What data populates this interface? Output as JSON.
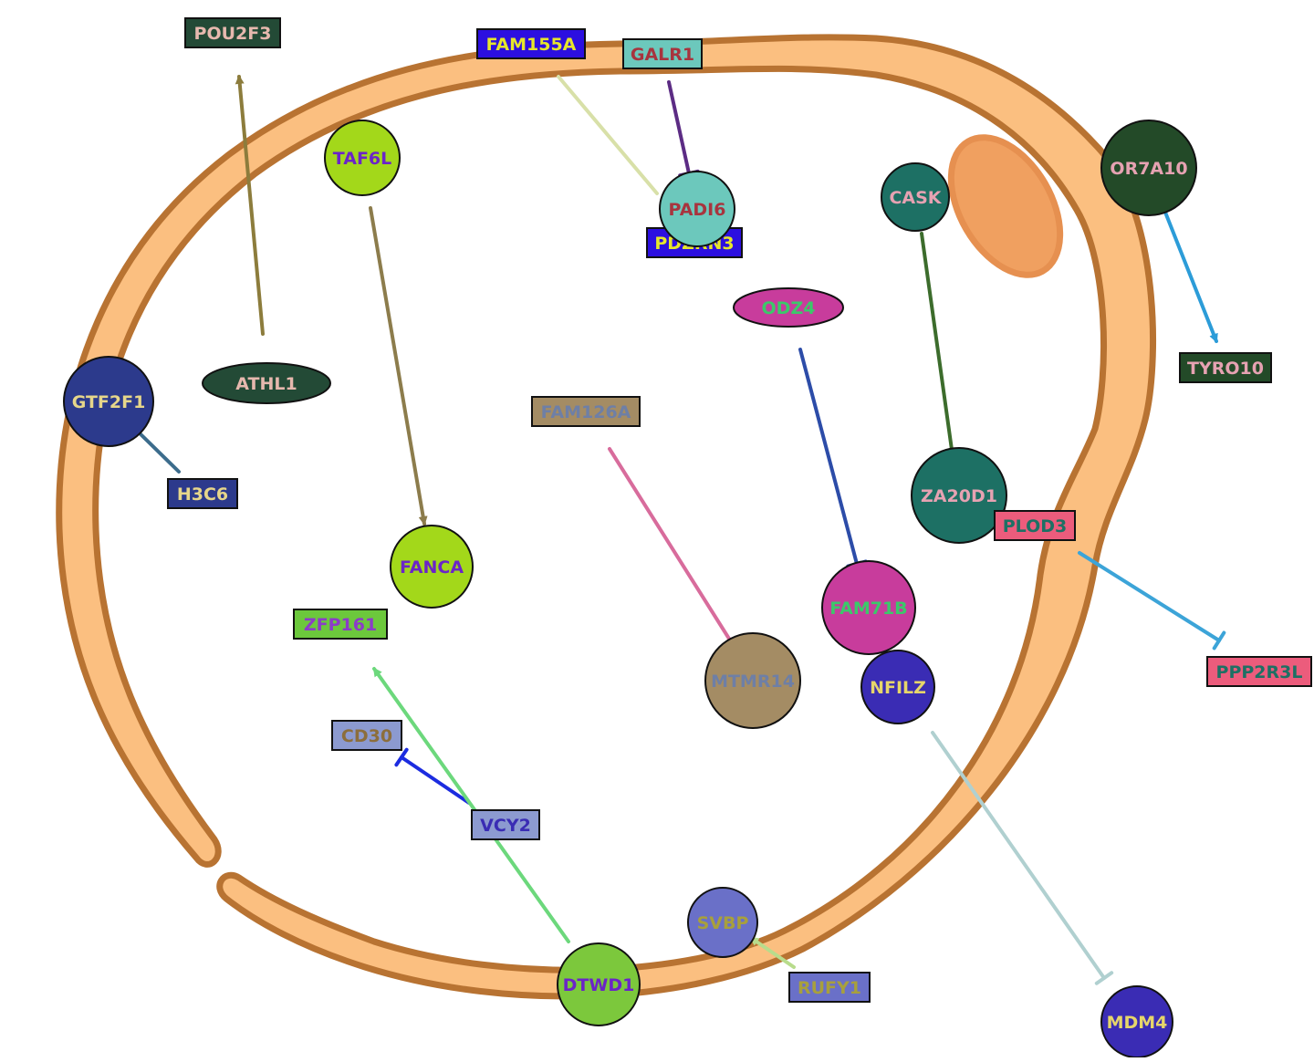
{
  "nodes": [
    {
      "id": "POU2F3",
      "label": "POU2F3",
      "shape": "rect",
      "fill": "#234a36",
      "text": "#e6b8ae"
    },
    {
      "id": "FAM155A",
      "label": "FAM155A",
      "shape": "rect",
      "fill": "#2c0fe0",
      "text": "#e6e62a"
    },
    {
      "id": "GALR1",
      "label": "GALR1",
      "shape": "rect",
      "fill": "#6cc8bc",
      "text": "#a8343e"
    },
    {
      "id": "TAF6L",
      "label": "TAF6L",
      "shape": "circle",
      "fill": "#a3d81a",
      "text": "#6b24c8"
    },
    {
      "id": "PDZRN3",
      "label": "PDZRN3",
      "shape": "rect",
      "fill": "#2c0fe0",
      "text": "#e6e62a"
    },
    {
      "id": "PADI6",
      "label": "PADI6",
      "shape": "circle",
      "fill": "#6cc8bc",
      "text": "#a8343e"
    },
    {
      "id": "CASK",
      "label": "CASK",
      "shape": "circle",
      "fill": "#1d7064",
      "text": "#e6a2b2"
    },
    {
      "id": "OR7A10",
      "label": "OR7A10",
      "shape": "circle",
      "fill": "#234a28",
      "text": "#e6a2b2"
    },
    {
      "id": "ODZ4",
      "label": "ODZ4",
      "shape": "ellipse",
      "fill": "#c83c9c",
      "text": "#3cc86a"
    },
    {
      "id": "TYRO10",
      "label": "TYRO10",
      "shape": "rect",
      "fill": "#234a28",
      "text": "#e6a2b2"
    },
    {
      "id": "GTF2F1",
      "label": "GTF2F1",
      "shape": "circle",
      "fill": "#2c3a8c",
      "text": "#e6d68a"
    },
    {
      "id": "ATHL1",
      "label": "ATHL1",
      "shape": "ellipse",
      "fill": "#234a36",
      "text": "#e6b8ae"
    },
    {
      "id": "FAM126A",
      "label": "FAM126A",
      "shape": "rect",
      "fill": "#a48c64",
      "text": "#6e7fa6"
    },
    {
      "id": "H3C6",
      "label": "H3C6",
      "shape": "rect",
      "fill": "#2c3a8c",
      "text": "#e6d68a"
    },
    {
      "id": "ZA20D1",
      "label": "ZA20D1",
      "shape": "circle",
      "fill": "#1d7064",
      "text": "#e6a2b2"
    },
    {
      "id": "PLOD3",
      "label": "PLOD3",
      "shape": "rect",
      "fill": "#ec5c7c",
      "text": "#1d7064"
    },
    {
      "id": "FANCA",
      "label": "FANCA",
      "shape": "circle",
      "fill": "#a3d81a",
      "text": "#6b24c8"
    },
    {
      "id": "FAM71B",
      "label": "FAM71B",
      "shape": "circle",
      "fill": "#c83c9c",
      "text": "#3cc86a"
    },
    {
      "id": "ZFP161",
      "label": "ZFP161",
      "shape": "rect",
      "fill": "#6cc83c",
      "text": "#8c3cc8"
    },
    {
      "id": "PPP2R3L",
      "label": "PPP2R3L",
      "shape": "rect",
      "fill": "#ec5c7c",
      "text": "#1d7064"
    },
    {
      "id": "MTMR14",
      "label": "MTMR14",
      "shape": "circle",
      "fill": "#a48c64",
      "text": "#6e7fa6"
    },
    {
      "id": "NFILZ",
      "label": "NFILZ",
      "shape": "circle",
      "fill": "#3a2cb4",
      "text": "#e6d66a"
    },
    {
      "id": "CD30",
      "label": "CD30",
      "shape": "rect",
      "fill": "#8c9ad0",
      "text": "#8c6e3c"
    },
    {
      "id": "VCY2",
      "label": "VCY2",
      "shape": "rect",
      "fill": "#8c9ad0",
      "text": "#3a2cb4"
    },
    {
      "id": "SVBP",
      "label": "SVBP",
      "shape": "circle",
      "fill": "#6a70c8",
      "text": "#a8a03c"
    },
    {
      "id": "DTWD1",
      "label": "DTWD1",
      "shape": "circle",
      "fill": "#7cc83c",
      "text": "#6b24c8"
    },
    {
      "id": "RUFY1",
      "label": "RUFY1",
      "shape": "rect",
      "fill": "#6a70c8",
      "text": "#a8a03c"
    },
    {
      "id": "MDM4",
      "label": "MDM4",
      "shape": "circle",
      "fill": "#3a2cb4",
      "text": "#e6d66a"
    }
  ],
  "edges": [
    {
      "from": "ATHL1",
      "to": "POU2F3",
      "type": "arrow",
      "color": "#8c7c3c"
    },
    {
      "from": "FAM155A",
      "to": "PADI6",
      "type": "line",
      "color": "#d8e0a8"
    },
    {
      "from": "GALR1",
      "to": "PADI6",
      "type": "inhibit",
      "color": "#5c2c84"
    },
    {
      "from": "TAF6L",
      "to": "FANCA",
      "type": "arrow",
      "color": "#8c7c4c"
    },
    {
      "from": "CASK",
      "to": "ZA20D1",
      "type": "arrow",
      "color": "#3c6c2c"
    },
    {
      "from": "OR7A10",
      "to": "TYRO10",
      "type": "arrow",
      "color": "#2c9cd8"
    },
    {
      "from": "ODZ4",
      "to": "FAM71B",
      "type": "inhibit",
      "color": "#2c4ca8"
    },
    {
      "from": "H3C6",
      "to": "GTF2F1",
      "type": "inhibit",
      "color": "#3c6c8c"
    },
    {
      "from": "FAM126A",
      "to": "MTMR14",
      "type": "line",
      "color": "#d86c9c"
    },
    {
      "from": "PLOD3",
      "to": "PPP2R3L",
      "type": "inhibit",
      "color": "#3ca4d8"
    },
    {
      "from": "VCY2",
      "to": "CD30",
      "type": "inhibit",
      "color": "#1c2ce0"
    },
    {
      "from": "DTWD1",
      "to": "ZFP161",
      "type": "arrow",
      "color": "#6cd87c"
    },
    {
      "from": "NFILZ",
      "to": "MDM4",
      "type": "inhibit",
      "color": "#b0d0d0"
    },
    {
      "from": "RUFY1",
      "to": "SVBP",
      "type": "arrow",
      "color": "#b8dc8c"
    }
  ],
  "colors": {
    "membrane_fill": "#fbbf80",
    "membrane_stroke": "#b87332",
    "organelle_fill": "#f0a060"
  }
}
